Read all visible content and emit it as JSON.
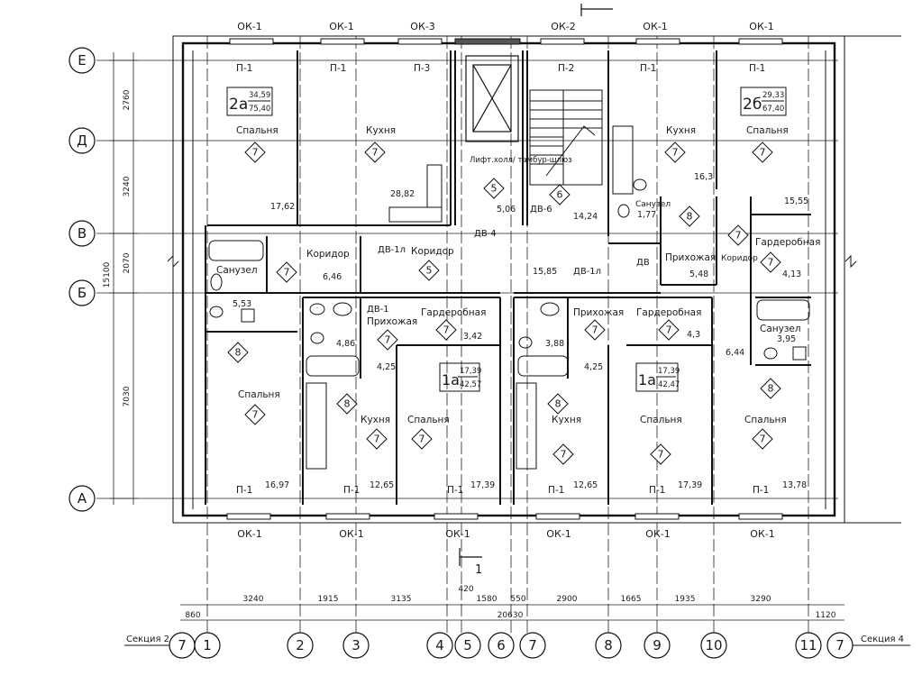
{
  "axes_letters": [
    "Е",
    "Д",
    "В",
    "Б",
    "А"
  ],
  "axes_numbers": [
    "1",
    "2",
    "3",
    "4",
    "5",
    "6",
    "7",
    "8",
    "9",
    "10",
    "11"
  ],
  "section_left": {
    "label": "Секция 2",
    "tag": "7"
  },
  "section_right": {
    "label": "Секция 4",
    "tag": "7"
  },
  "left_dims": [
    "2760",
    "3240",
    "2070",
    "15100",
    "7030"
  ],
  "bottom_dims": [
    "860",
    "3240",
    "1915",
    "3135",
    "420",
    "1580",
    "550",
    "2900",
    "1665",
    "1935",
    "3290",
    "1120"
  ],
  "overall_dim": "20630",
  "cut_mark": "1",
  "windows_top": [
    "ОК-1",
    "ОК-1",
    "ОК-3",
    "ОК-2",
    "ОК-1",
    "ОК-1"
  ],
  "windows_bottom": [
    "ОК-1",
    "ОК-1",
    "ОК-1",
    "ОК-1",
    "ОК-1",
    "ОК-1"
  ],
  "panels_top": [
    "П-1",
    "П-1",
    "П-3",
    "П-2",
    "П-1",
    "П-1"
  ],
  "panels_bottom": [
    "П-1",
    "П-1",
    "П-1",
    "П-1",
    "П-1",
    "П-1"
  ],
  "apartments": [
    {
      "type": "2а",
      "living": "34,59",
      "total": "75,40"
    },
    {
      "type": "2б",
      "living": "29,33",
      "total": "67,40"
    },
    {
      "type": "1а",
      "living": "17,39",
      "total": "42,57"
    },
    {
      "type": "1а",
      "living": "17,39",
      "total": "42,47"
    }
  ],
  "rooms": [
    {
      "name": "Спальня",
      "tag": "7",
      "area": "17,62"
    },
    {
      "name": "Кухня",
      "tag": "7",
      "area": "28,82"
    },
    {
      "name": "Лифт.холл/ тамбур-шлюз",
      "tag": "5",
      "area": "5,06"
    },
    {
      "name": "",
      "tag": "6",
      "area": "14,24"
    },
    {
      "name": "Кухня",
      "tag": "7",
      "area": "16,3"
    },
    {
      "name": "Спальня",
      "tag": "7",
      "area": "15,55"
    },
    {
      "name": "Санузел",
      "tag": "7",
      "area": "5,53"
    },
    {
      "name": "Коридор",
      "tag": "",
      "area": "6,46"
    },
    {
      "name": "Коридор",
      "tag": "5",
      "area": "15,85"
    },
    {
      "name": "Санузел",
      "tag": "8",
      "area": "1,77"
    },
    {
      "name": "Прихожая",
      "tag": "8",
      "area": "5,48"
    },
    {
      "name": "Коридор",
      "tag": "7",
      "area": "6,44"
    },
    {
      "name": "Гардеробная",
      "tag": "7",
      "area": "4,13"
    },
    {
      "name": "Прихожая",
      "tag": "7",
      "area": "4,25"
    },
    {
      "name": "Гардеробная",
      "tag": "7",
      "area": "3,42"
    },
    {
      "name": "Прихожая",
      "tag": "7",
      "area": "4,25"
    },
    {
      "name": "Гардеробная",
      "tag": "7",
      "area": "4,3"
    },
    {
      "name": "Санузел",
      "tag": "8",
      "area": "3,95"
    },
    {
      "name": "Спальня",
      "tag": "7",
      "area": "16,97"
    },
    {
      "name": "Кухня",
      "tag": "7",
      "area": "12,65"
    },
    {
      "name": "Спальня",
      "tag": "7",
      "area": "17,39"
    },
    {
      "name": "Кухня",
      "tag": "7",
      "area": "12,65"
    },
    {
      "name": "Спальня",
      "tag": "7",
      "area": "17,39"
    },
    {
      "name": "Спальня",
      "tag": "7",
      "area": "13,78"
    }
  ],
  "bath_areas": [
    "4,86",
    "3,88"
  ],
  "doors": [
    "ДВ-1л",
    "ДВ-1",
    "ДВ-6",
    "ДВ-4",
    "ДВ-1л",
    "ДВ"
  ],
  "extra_tags": [
    "8",
    "8",
    "8",
    "8",
    "8",
    "7",
    "7",
    "7",
    "7"
  ]
}
